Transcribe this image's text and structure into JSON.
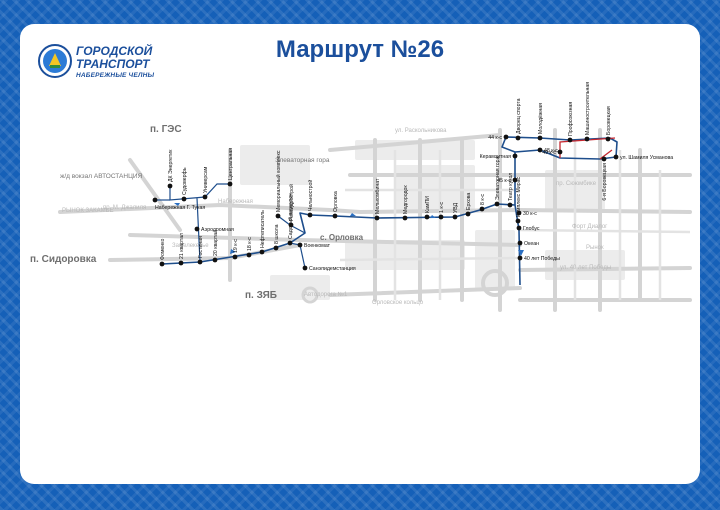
{
  "title": "Маршрут №26",
  "logo": {
    "line1": "ГОРОДСКОЙ",
    "line2": "ТРАНСПОРТ",
    "line3": "НАБЕРЕЖНЫЕ ЧЕЛНЫ",
    "icon": "city-crest-icon"
  },
  "colors": {
    "frame": "#1560b8",
    "route": "#1e4e8c",
    "route_alt": "#c4262e",
    "title": "#1b4f9c"
  },
  "areas": {
    "ges": "п. ГЭС",
    "sidorovka": "п. Сидоровка",
    "zyab": "п. ЗЯБ",
    "orlovka": "с. Орловка",
    "station": "ж/д вокзал АВТОСТАНЦИЯ",
    "elevator": "Элеваторная гора"
  },
  "grey_labels": {
    "l1": "РЫНОК ЗАКАМЬЕ",
    "l2": "пр. М. Джалиля",
    "l3": "Набережная",
    "l4": "Замелекесье",
    "l5": "ул. Раскольникова",
    "l6": "Автодорога №1",
    "l7": "Орловское кольцо",
    "l8": "пр. Сююмбике",
    "l9": "Форт Диалог",
    "l10": "ул. 40 лет Победы",
    "l11": "Рынок"
  },
  "stops": {
    "s01": "Фоменко",
    "s02": "21 квартал",
    "s03": "Гостиная",
    "s04": "20 квартал",
    "s05": "19 к-с",
    "s06": "18 к-с",
    "s07": "Нефтеписатель",
    "s08": "8 школа",
    "s09": "Садовый переулок",
    "s10": "Военкомат",
    "s11": "Санэпидемстанция",
    "s12": "ДК Энергетик",
    "s13": "Судоверфь",
    "s14": "Универсам",
    "s15": "Центральная",
    "s16": "Набережная Г. Тукая",
    "s17": "Аэродромная",
    "s18": "Мемориальный комплекс",
    "s19": "Ремгидрострой",
    "s20": "Чельнострой",
    "s21": "Орловка",
    "s22": "Мелькомбинат",
    "s23": "Медгородок",
    "s24": "КамПИ",
    "s25": "1 к-с",
    "s26": "УВД",
    "s27": "Ерхова",
    "s28": "8 к-с",
    "s29": "Элеваторная гора",
    "s30": "Театр кукол",
    "s31": "Комплекс Мирас",
    "s32": "30 к-с",
    "s33": "Глобус",
    "s34": "Океан",
    "s35": "40 лет Победы",
    "s36": "45 к-с",
    "s37": "Керамзитная",
    "s38": "44 к-с",
    "s39": "Дворец спорта",
    "s40": "Молодёжная",
    "s41": "48 к-с",
    "s42": "49 к-с",
    "s43": "Профсоюзная",
    "s44": "Машиностроительная",
    "s45": "Боровецкая",
    "s46": "6-я Боровецкая",
    "s47": "ул. Шамиля Усманова"
  }
}
